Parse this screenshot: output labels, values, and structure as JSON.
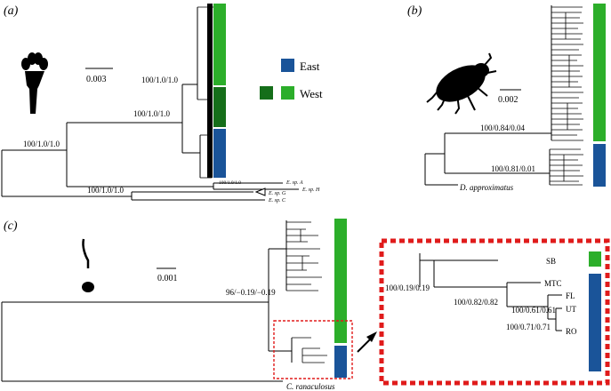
{
  "colors": {
    "east_blue": "#1a5499",
    "west_light_green": "#2cae2a",
    "west_dark_green": "#156e1a",
    "highlight_red": "#e01b1b"
  },
  "panel_a": {
    "label": "(a)",
    "scale_bar": "0.003",
    "node_supports": [
      "100/1.0/1.0",
      "100/1.0/1.0",
      "100/1.0/1.0",
      "100/1.0/1.0",
      "100/1.0/1.0"
    ],
    "tips": [
      "E. sp. A",
      "E. sp. H",
      "E. sp. G",
      "E. sp. C"
    ],
    "legend": {
      "east": "East",
      "west": "West"
    }
  },
  "panel_b": {
    "label": "(b)",
    "scale_bar": "0.002",
    "node_supports": [
      "100/0.84/0.04",
      "100/0.81/0.01"
    ],
    "outgroup": "D. approximatus"
  },
  "panel_c": {
    "label": "(c)",
    "scale_bar": "0.001",
    "node_supports": [
      "96/−0.19/−0.19"
    ],
    "outgroup": "C. ranaculosus",
    "inset": {
      "tips": [
        "SB",
        "MTC",
        "FL",
        "UT",
        "RO"
      ],
      "node_supports": [
        "100/0.19/0.19",
        "100/0.82/0.82",
        "100/0.61/0.61",
        "100/0.71/0.71"
      ]
    }
  }
}
